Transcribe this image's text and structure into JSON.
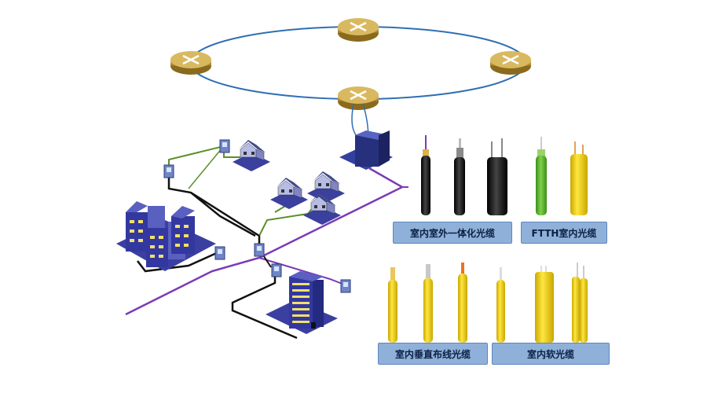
{
  "diagram": {
    "ring_nodes": [
      {
        "name": "router-top"
      },
      {
        "name": "router-left"
      },
      {
        "name": "router-right"
      },
      {
        "name": "router-bottom"
      }
    ],
    "colors": {
      "ring_line": "#2f6fb3",
      "fiber_purple": "#7a3ab8",
      "fiber_green": "#5a8f2a",
      "drop_black": "#111111",
      "router_gold": "#b99338",
      "label_bg": "#8fb1d9",
      "cable_yellow": "#f2d21e"
    }
  },
  "labels": {
    "indoor_outdoor": "室内室外一体化光缆",
    "ftth": "FTTH室内光缆",
    "vertical": "室内垂直布线光缆",
    "soft": "室内软光缆"
  }
}
